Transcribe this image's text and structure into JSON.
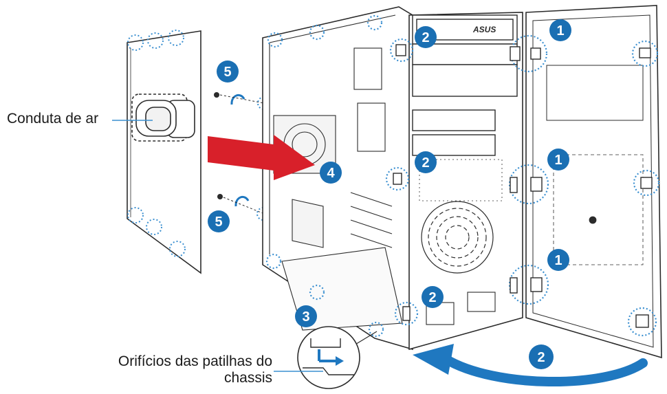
{
  "labels": {
    "air_duct": "Conduta de ar",
    "chassis_tab_holes_line1": "Orifícios das patilhas do",
    "chassis_tab_holes_line2": "chassis"
  },
  "steps": [
    "1",
    "2",
    "3",
    "4",
    "5"
  ],
  "brand_mark": "ASUS",
  "colors": {
    "step_badge": "#1a6fb3",
    "callout_circle": "#3a8fd0",
    "insert_arrow": "#d8202a",
    "rotate_arrow": "#1f78c0",
    "line_art": "#2b2b2b"
  }
}
